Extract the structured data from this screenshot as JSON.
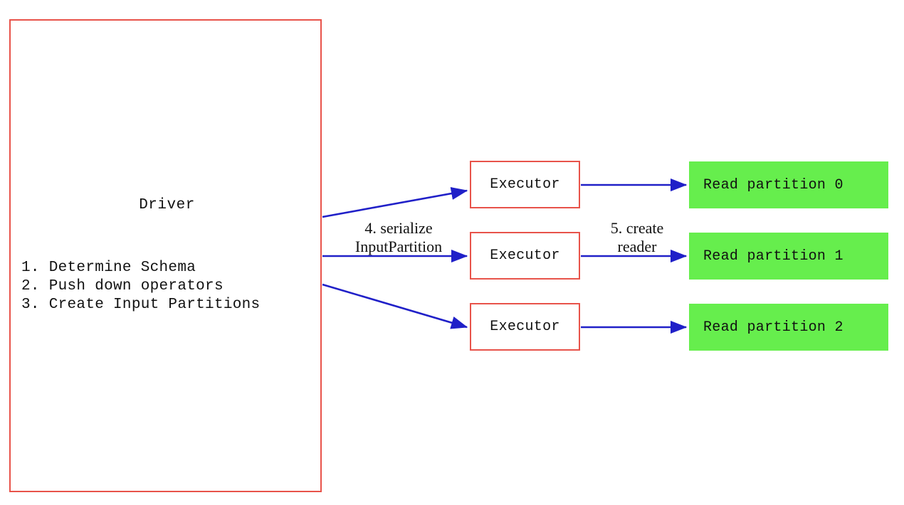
{
  "colors": {
    "box_border_red": "#e8534a",
    "partition_green": "#66ee4d",
    "arrow_blue": "#2020c8",
    "text": "#111111",
    "background": "#ffffff"
  },
  "driver": {
    "title": "Driver",
    "steps": [
      "1. Determine Schema",
      "2. Push down operators",
      "3. Create Input Partitions"
    ]
  },
  "executors": [
    {
      "label": "Executor"
    },
    {
      "label": "Executor"
    },
    {
      "label": "Executor"
    }
  ],
  "partitions": [
    {
      "label": "Read partition 0"
    },
    {
      "label": "Read partition 1"
    },
    {
      "label": "Read partition 2"
    }
  ],
  "edge_labels": {
    "serialize": "4. serialize\nInputPartition",
    "create_reader": "5. create\nreader"
  }
}
